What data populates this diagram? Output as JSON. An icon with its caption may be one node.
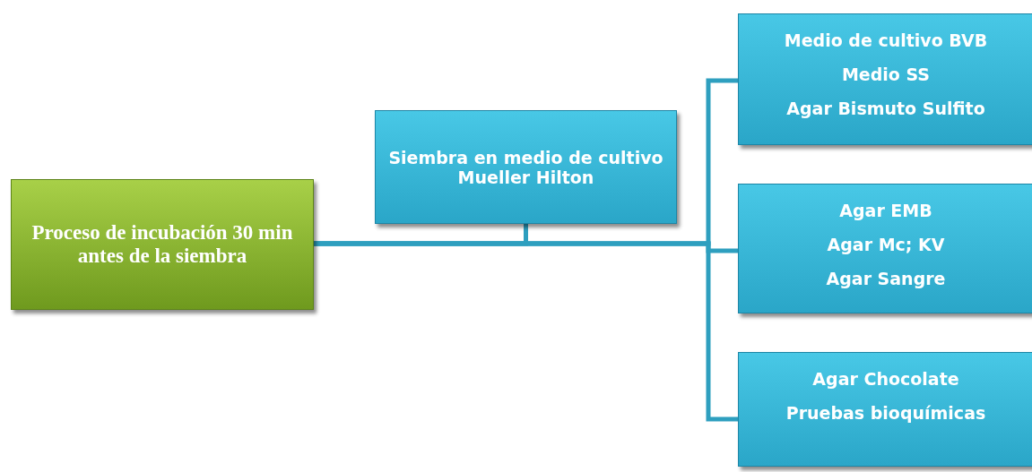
{
  "diagram": {
    "nodes": [
      {
        "text": [
          "Proceso de incubación 30 min antes de la siembra"
        ]
      },
      {
        "text": [
          "Siembra en medio de cultivo Mueller Hilton"
        ]
      },
      {
        "text": [
          "Medio de cultivo BVB",
          "Medio SS",
          "Agar Bismuto Sulfito"
        ]
      },
      {
        "text": [
          "Agar EMB",
          "Agar Mc; KV",
          "Agar Sangre"
        ]
      },
      {
        "text": [
          "Agar Chocolate",
          "Pruebas bioquímicas"
        ]
      }
    ],
    "edges": [
      {
        "from": 0,
        "to": 1,
        "arrow": "none"
      },
      {
        "from": 0,
        "to": 2,
        "arrow": "none"
      },
      {
        "from": 0,
        "to": 3,
        "arrow": "none"
      },
      {
        "from": 0,
        "to": 4,
        "arrow": "none"
      }
    ]
  }
}
